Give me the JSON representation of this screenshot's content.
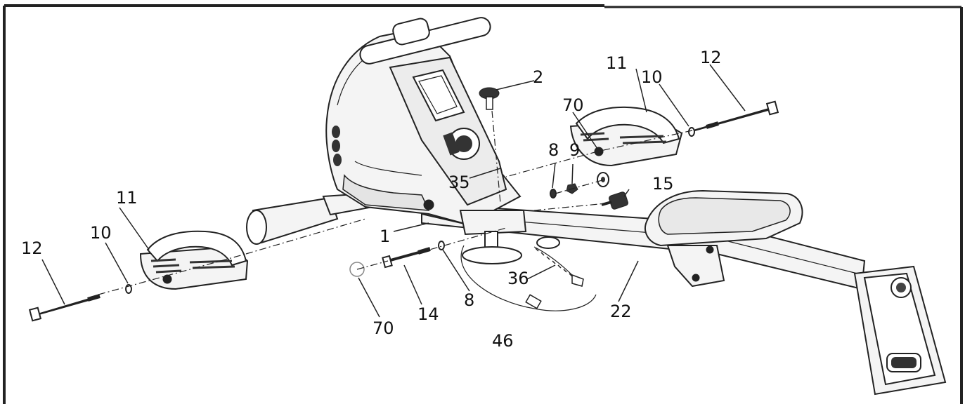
{
  "diagram": {
    "labels": {
      "part_2": "2",
      "part_11_right": "11",
      "part_10_right": "10",
      "part_12_right": "12",
      "part_70_top": "70",
      "part_8_top": "8",
      "part_9": "9",
      "part_15": "15",
      "part_35": "35",
      "part_1": "1",
      "part_11_left": "11",
      "part_12_left": "12",
      "part_10_left": "10",
      "part_36": "36",
      "part_14": "14",
      "part_8_bottom": "8",
      "part_70_bottom": "70",
      "part_22": "22",
      "part_46": "46"
    }
  }
}
